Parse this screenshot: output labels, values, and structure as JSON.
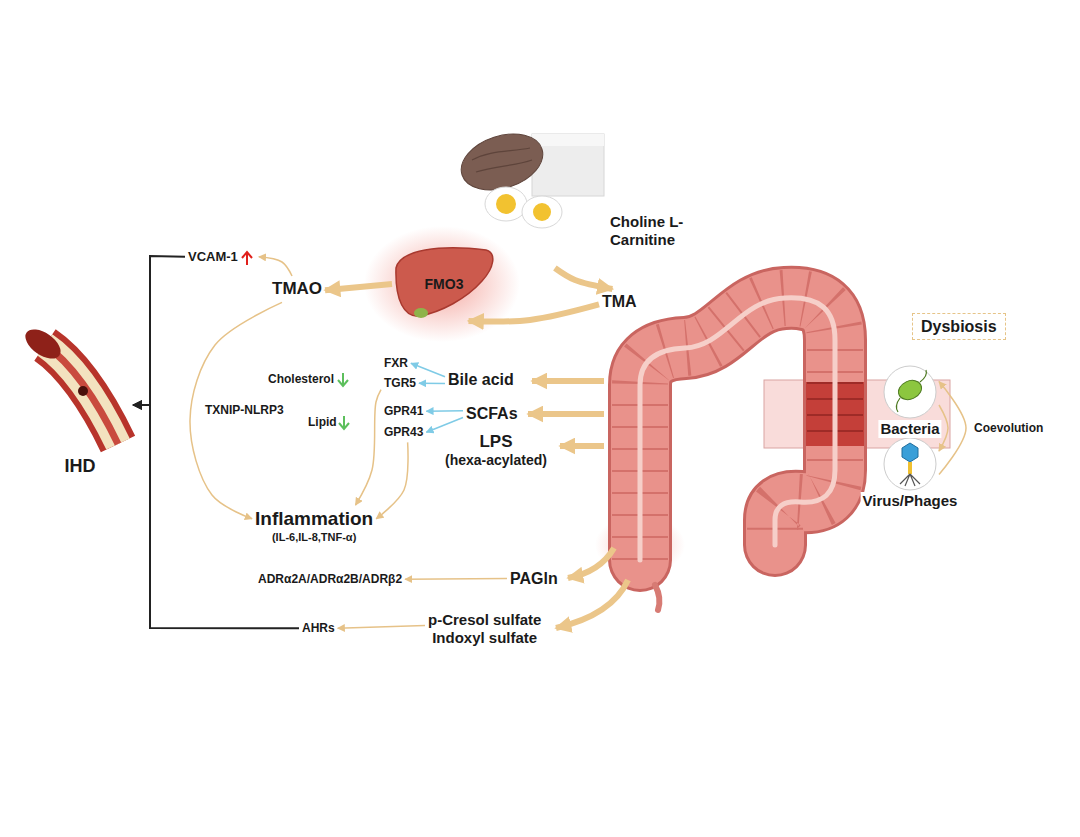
{
  "diagram": {
    "nodes": [
      {
        "text": [
          "IHD"
        ]
      },
      {
        "text": [
          "VCAM-1"
        ]
      },
      {
        "text": [
          "TMAO"
        ]
      },
      {
        "text": [
          "FMO3"
        ]
      },
      {
        "text": [
          "Choline L-Carnitine"
        ]
      },
      {
        "text": [
          "TMA"
        ]
      },
      {
        "text": [
          "Dysbiosis"
        ]
      },
      {
        "text": [
          "Bacteria"
        ]
      },
      {
        "text": [
          "Virus/Phages"
        ]
      },
      {
        "text": [
          "FXR"
        ]
      },
      {
        "text": [
          "TGR5"
        ]
      },
      {
        "text": [
          "GPR41"
        ]
      },
      {
        "text": [
          "GPR43"
        ]
      },
      {
        "text": [
          "Bile acid"
        ]
      },
      {
        "text": [
          "SCFAs"
        ]
      },
      {
        "text": [
          "LPS",
          "(hexa-acylated)"
        ]
      },
      {
        "text": [
          "Inflammation",
          "(IL-6,IL-8,TNF-α)"
        ]
      },
      {
        "text": [
          "ADRα2A/ADRα2B/ADRβ2"
        ]
      },
      {
        "text": [
          "PAGln"
        ]
      },
      {
        "text": [
          "p-Cresol sulfate",
          "Indoxyl sulfate"
        ]
      },
      {
        "text": [
          "AHRs"
        ]
      }
    ],
    "edges": [
      {
        "from": 1,
        "to": 0,
        "arrow": "to"
      },
      {
        "from": 20,
        "to": 0,
        "arrow": "to"
      },
      {
        "from": 2,
        "to": 1,
        "arrow": "to"
      },
      {
        "from": 3,
        "to": 2,
        "arrow": "to"
      },
      {
        "from": 4,
        "to": 5,
        "arrow": "to"
      },
      {
        "from": 5,
        "to": 3,
        "arrow": "to"
      },
      {
        "from": 7,
        "to": 8,
        "arrow": "to",
        "label": "Coevolution"
      },
      {
        "from": 8,
        "to": 7,
        "arrow": "to"
      },
      {
        "from": 13,
        "to": 9,
        "arrow": "to"
      },
      {
        "from": 13,
        "to": 10,
        "arrow": "to"
      },
      {
        "from": 14,
        "to": 11,
        "arrow": "to"
      },
      {
        "from": 14,
        "to": 12,
        "arrow": "to"
      },
      {
        "from": 10,
        "to": 16,
        "arrow": "to"
      },
      {
        "from": 12,
        "to": 16,
        "arrow": "to"
      },
      {
        "from": 2,
        "to": 16,
        "arrow": "to"
      },
      {
        "from": 18,
        "to": 17,
        "arrow": "to"
      },
      {
        "from": 19,
        "to": 20,
        "arrow": "to"
      }
    ],
    "labels": [
      "Cholesterol",
      "Lipid",
      "TXNIP-NLRP3"
    ]
  }
}
